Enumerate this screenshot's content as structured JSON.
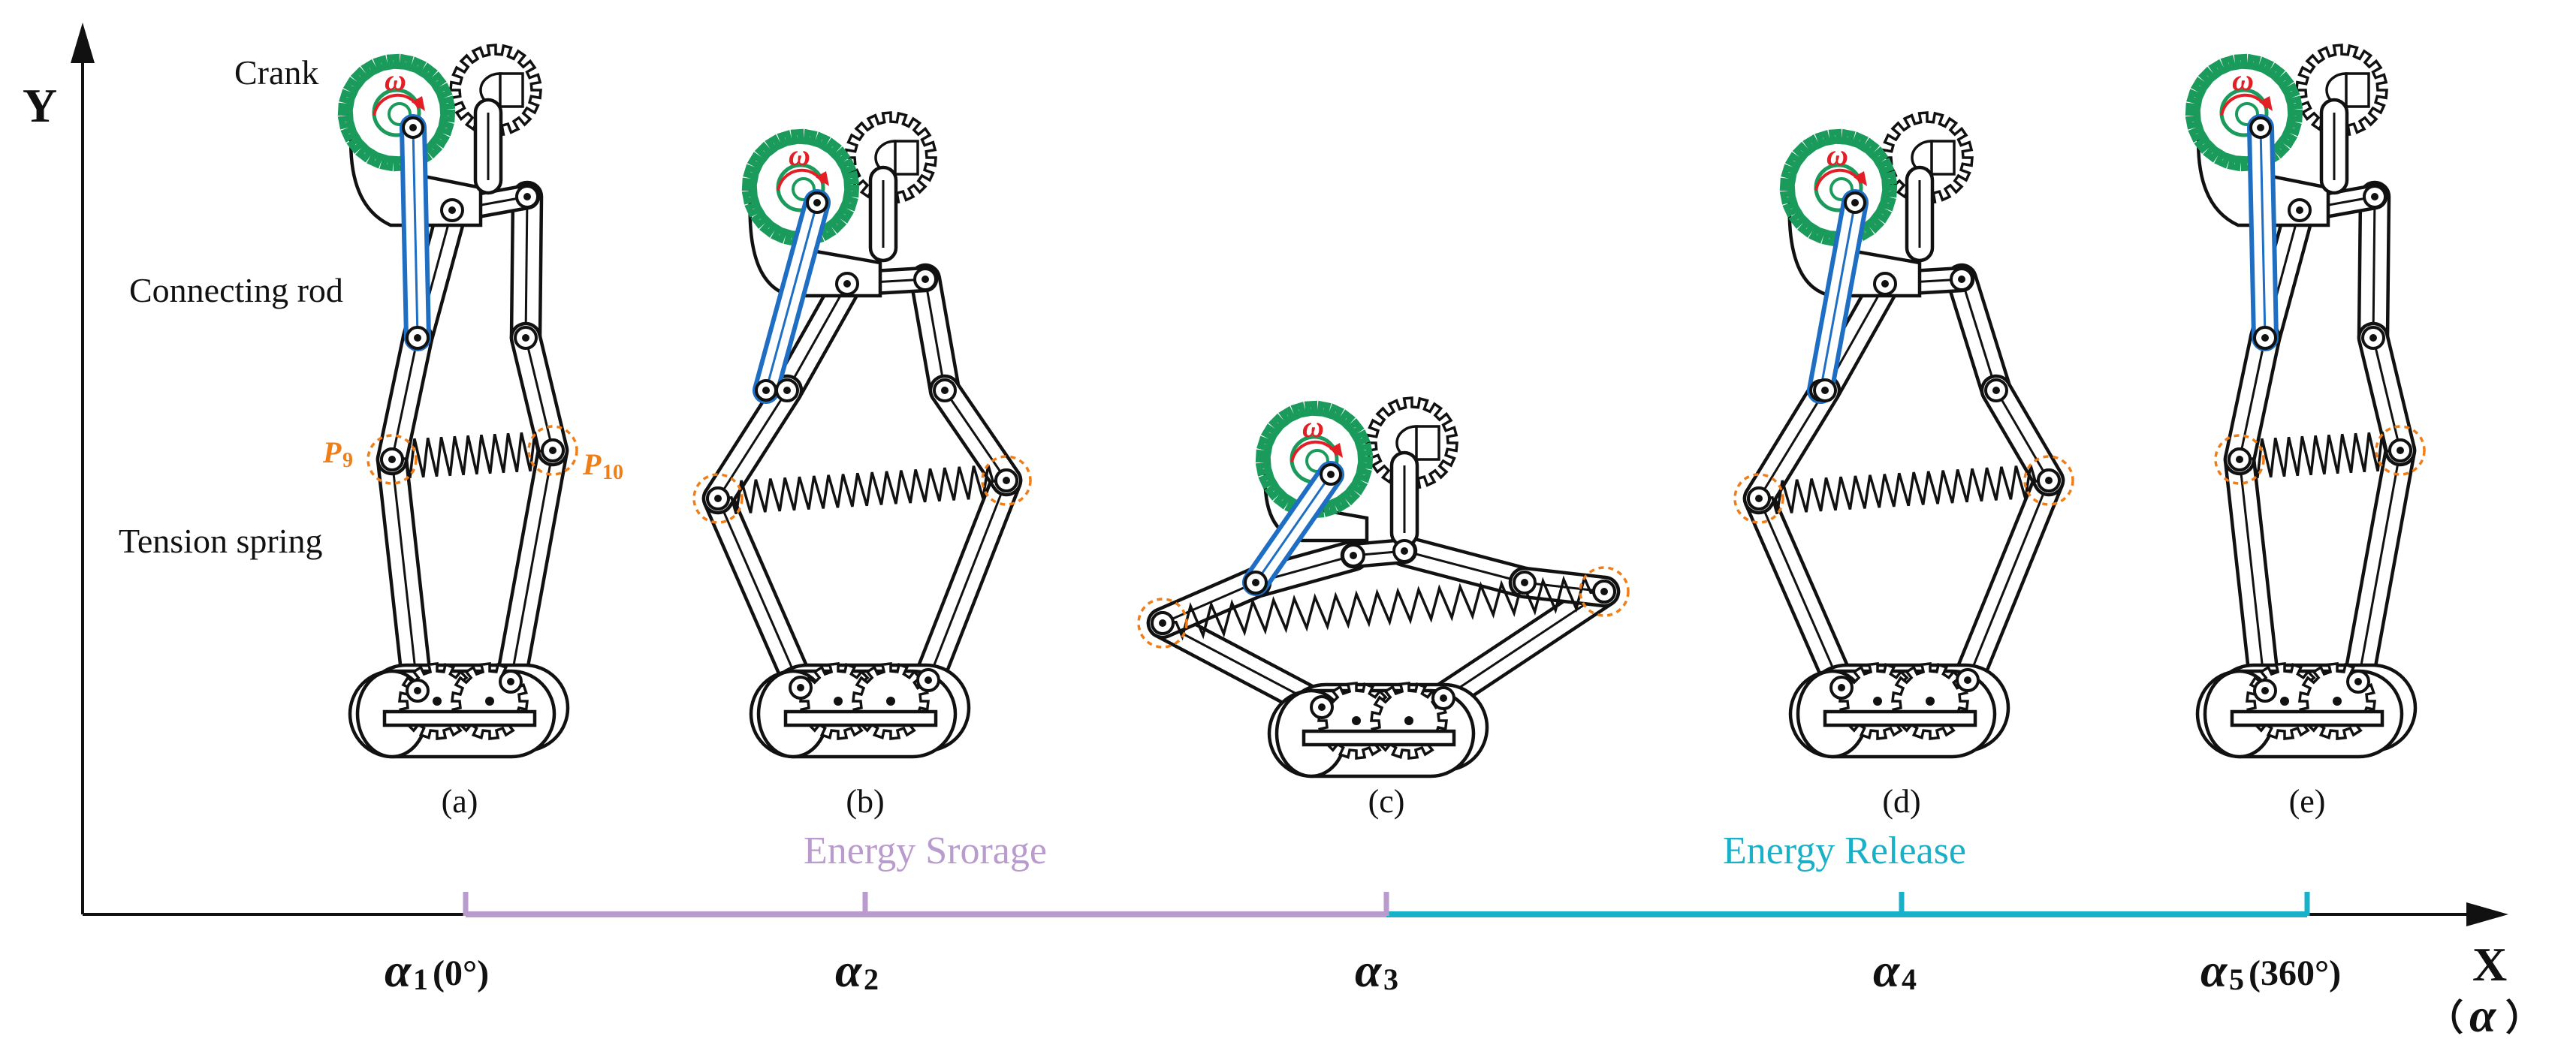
{
  "axes": {
    "y_label": "Y",
    "x_label": "X",
    "x_sub_label": "α",
    "x_sub_paren_open": "（",
    "x_sub_paren_close": "）"
  },
  "labels": {
    "crank": "Crank",
    "connecting_rod": "Connecting rod",
    "tension_spring": "Tension spring",
    "omega": "ω",
    "p9_letter": "P",
    "p9_sub": "9",
    "p10_letter": "P",
    "p10_sub": "10"
  },
  "stages": [
    {
      "caption": "(a)",
      "alpha": "α",
      "alpha_sub": "1",
      "alpha_extra": "(0°)"
    },
    {
      "caption": "(b)",
      "alpha": "α",
      "alpha_sub": "2",
      "alpha_extra": ""
    },
    {
      "caption": "(c)",
      "alpha": "α",
      "alpha_sub": "3",
      "alpha_extra": ""
    },
    {
      "caption": "(d)",
      "alpha": "α",
      "alpha_sub": "4",
      "alpha_extra": ""
    },
    {
      "caption": "(e)",
      "alpha": "α",
      "alpha_sub": "5",
      "alpha_extra": "(360°)"
    }
  ],
  "phases": [
    {
      "label": "Energy Srorage",
      "color": "#b99bcd"
    },
    {
      "label": "Energy Release",
      "color": "#1ab0c8"
    }
  ],
  "colors": {
    "gear_green": "#1a9b5c",
    "rod_blue": "#1e6fc4",
    "omega_red": "#e41e25",
    "point_orange": "#ef7d18",
    "storage": "#b99bcd",
    "release": "#1ab0c8"
  }
}
